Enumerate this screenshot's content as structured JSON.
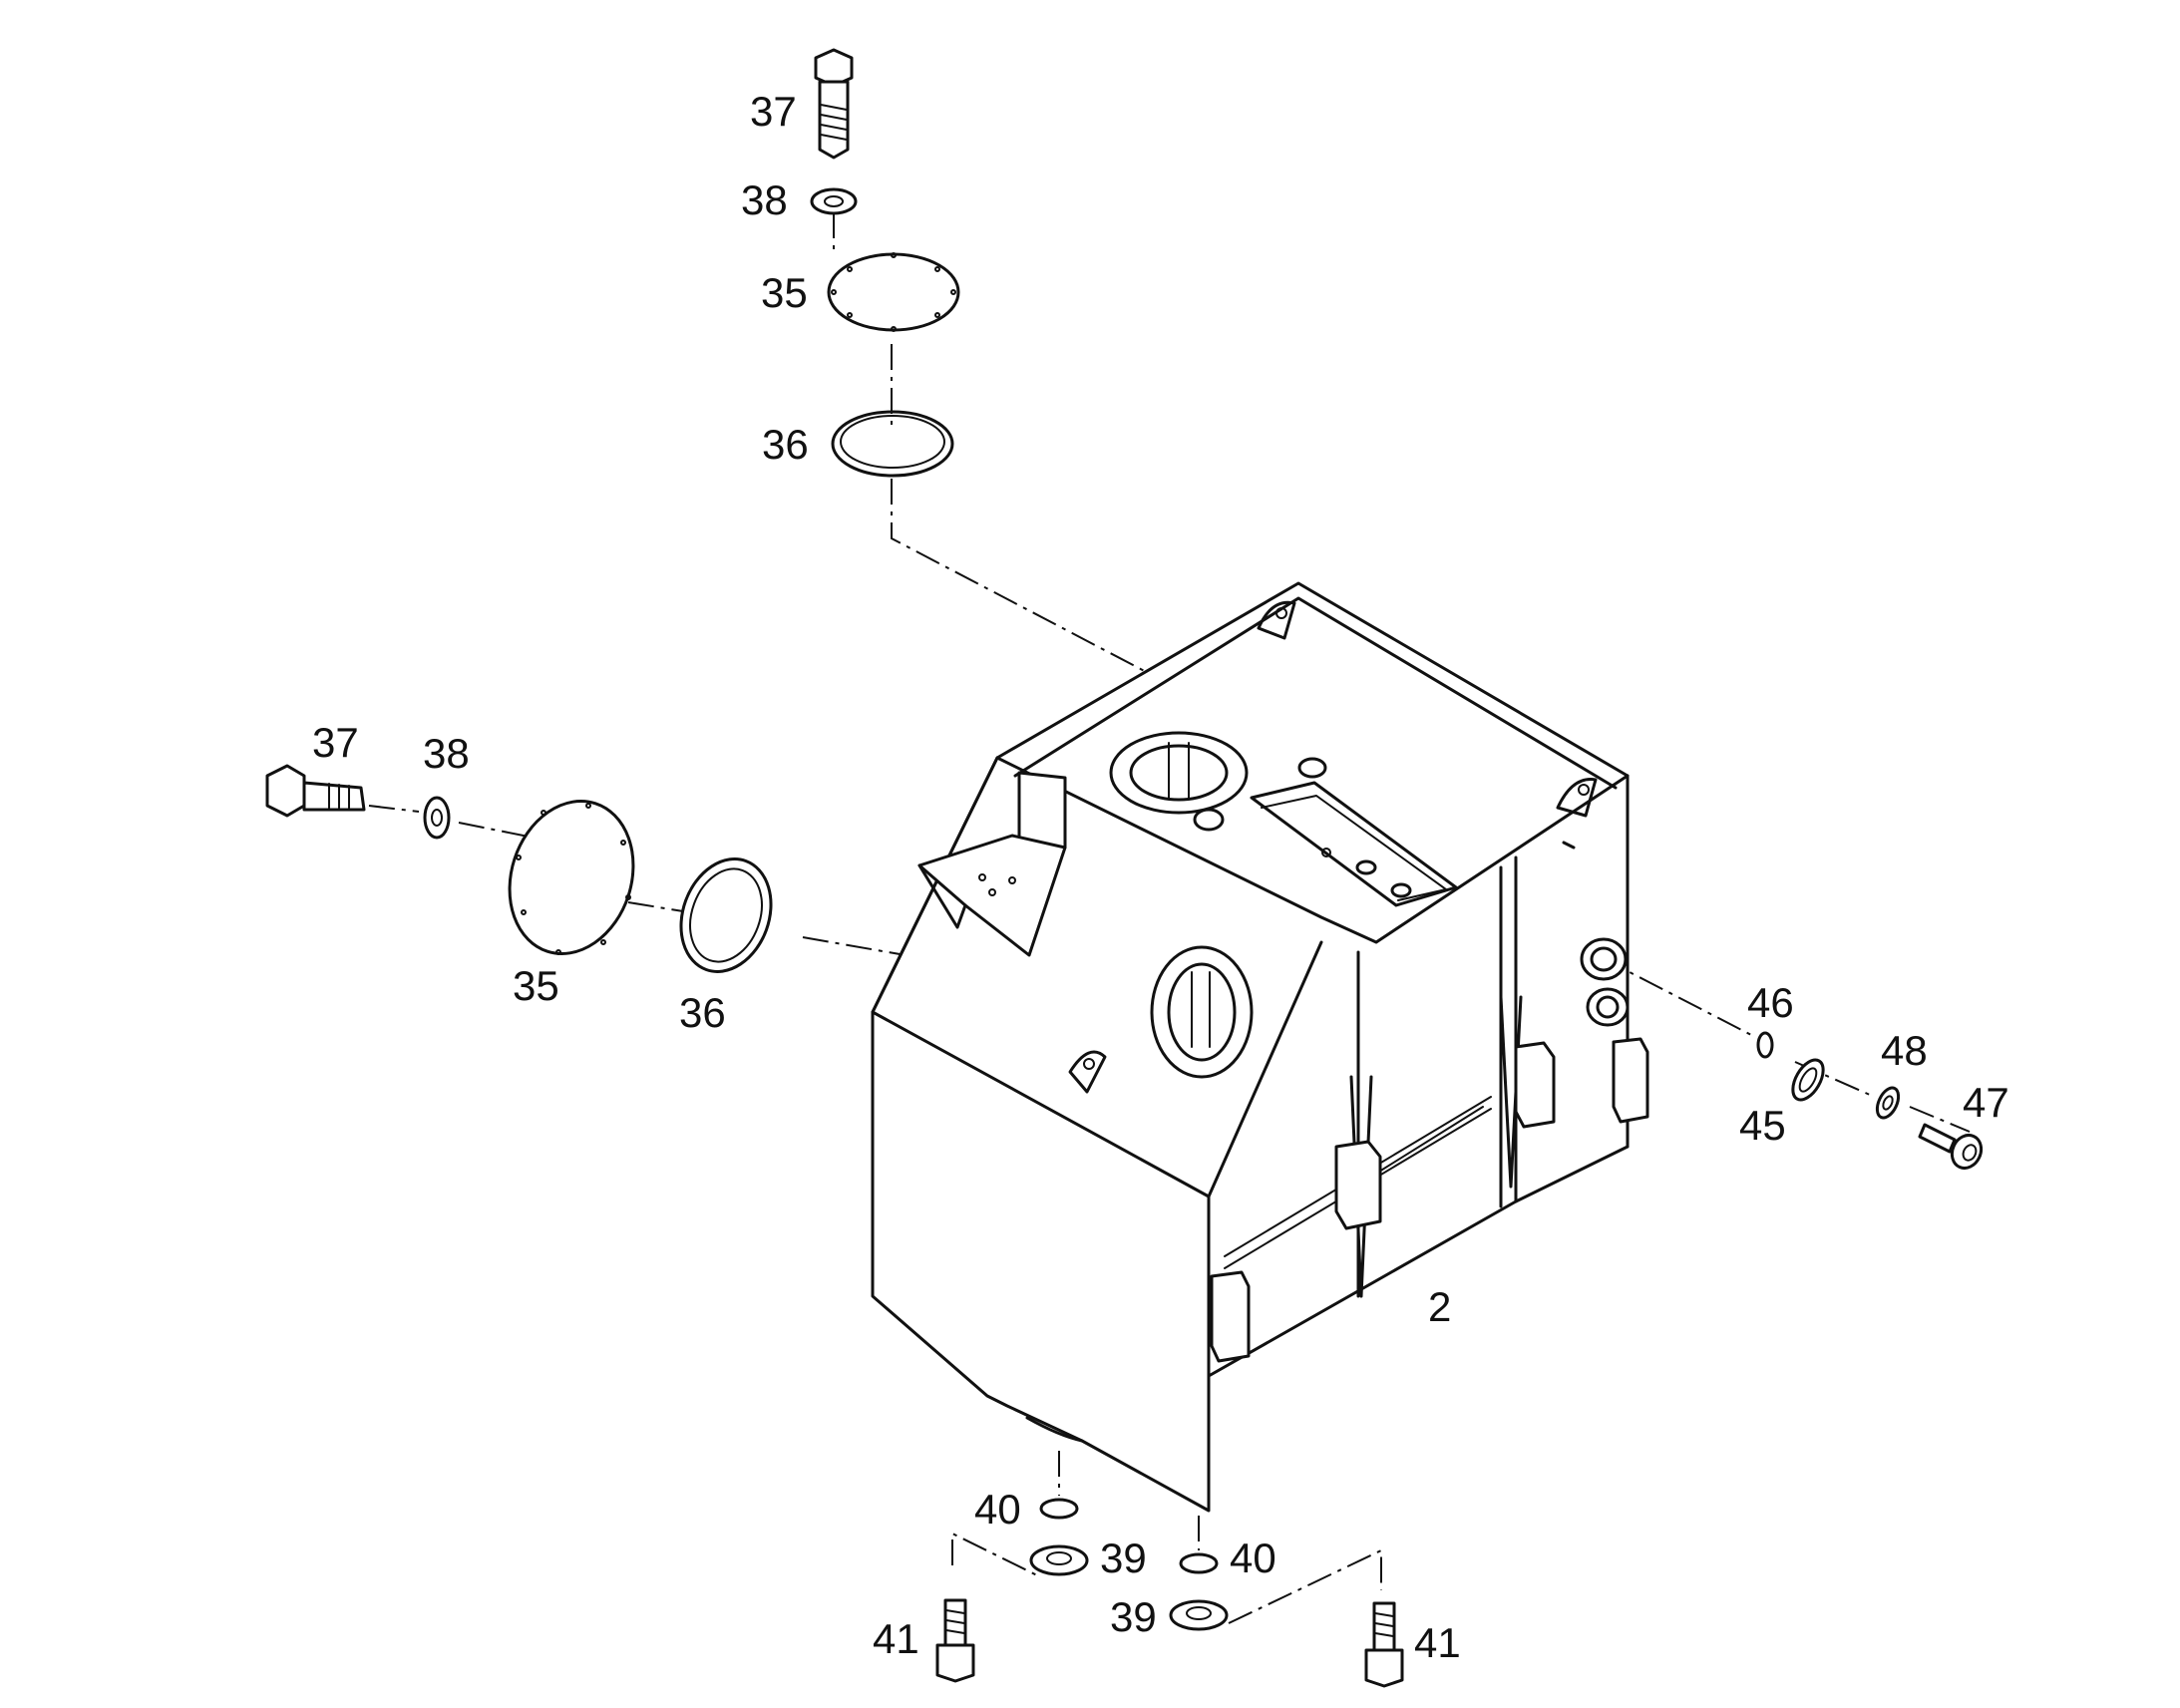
{
  "callouts": {
    "c37_top": "37",
    "c38_top": "38",
    "c35_top": "35",
    "c36_top": "36",
    "c37_left": "37",
    "c38_left": "38",
    "c35_left": "35",
    "c36_left": "36",
    "c2": "2",
    "c46": "46",
    "c48": "48",
    "c45": "45",
    "c47": "47",
    "c40_a": "40",
    "c39_a": "39",
    "c40_b": "40",
    "c39_b": "39",
    "c41_a": "41",
    "c41_b": "41"
  }
}
